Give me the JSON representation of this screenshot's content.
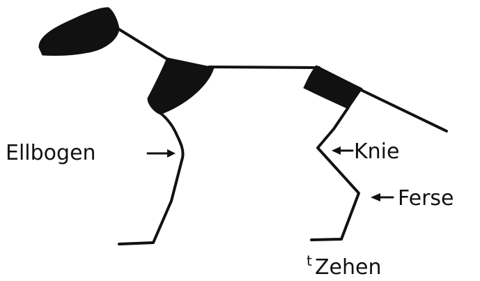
{
  "labels": {
    "elbow": "Ellbogen",
    "knee": "Knie",
    "heel": "Ferse",
    "toes_mark": "t",
    "toes": "Zehen"
  }
}
